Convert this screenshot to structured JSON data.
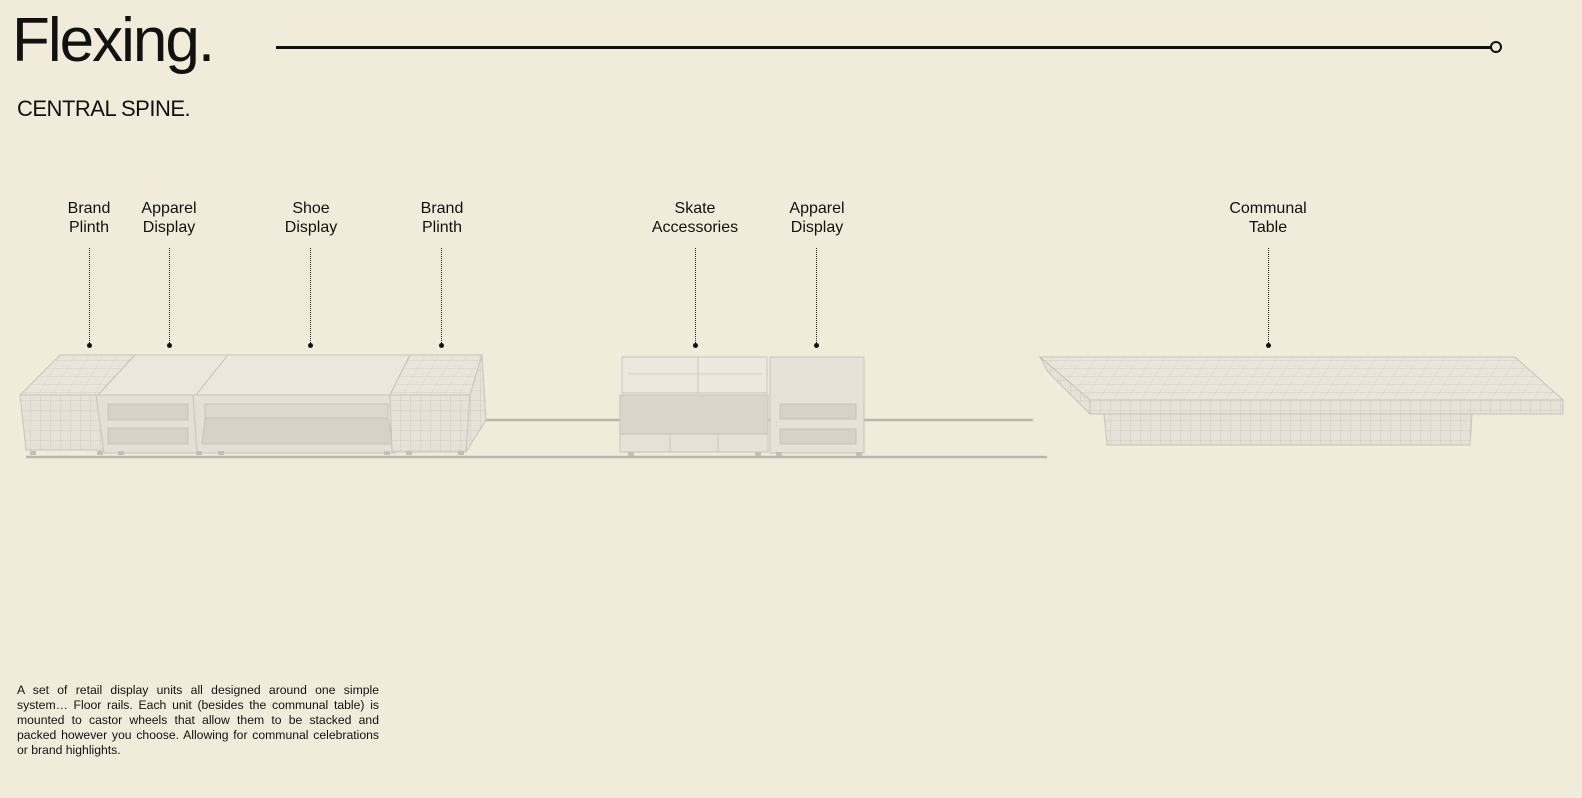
{
  "title": "Flexing.",
  "subtitle": "CENTRAL SPINE.",
  "units": [
    {
      "line1": "Brand",
      "line2": "Plinth"
    },
    {
      "line1": "Apparel",
      "line2": "Display"
    },
    {
      "line1": "Shoe",
      "line2": "Display"
    },
    {
      "line1": "Brand",
      "line2": "Plinth"
    },
    {
      "line1": "Skate",
      "line2": "Accessories"
    },
    {
      "line1": "Apparel",
      "line2": "Display"
    },
    {
      "line1": "Communal",
      "line2": "Table"
    }
  ],
  "description": "A set of retail display units all designed around one simple system… Floor rails. Each unit (besides the communal table) is mounted to castor wheels that allow them to be stacked and packed however you choose. Allowing for communal celebrations or brand highlights.",
  "colors": {
    "background": "#f1ecd9",
    "ink": "#111111",
    "unit_fill": "#e6e2d8",
    "unit_stroke": "#c7c3b9",
    "rail": "#b9b6b0"
  }
}
